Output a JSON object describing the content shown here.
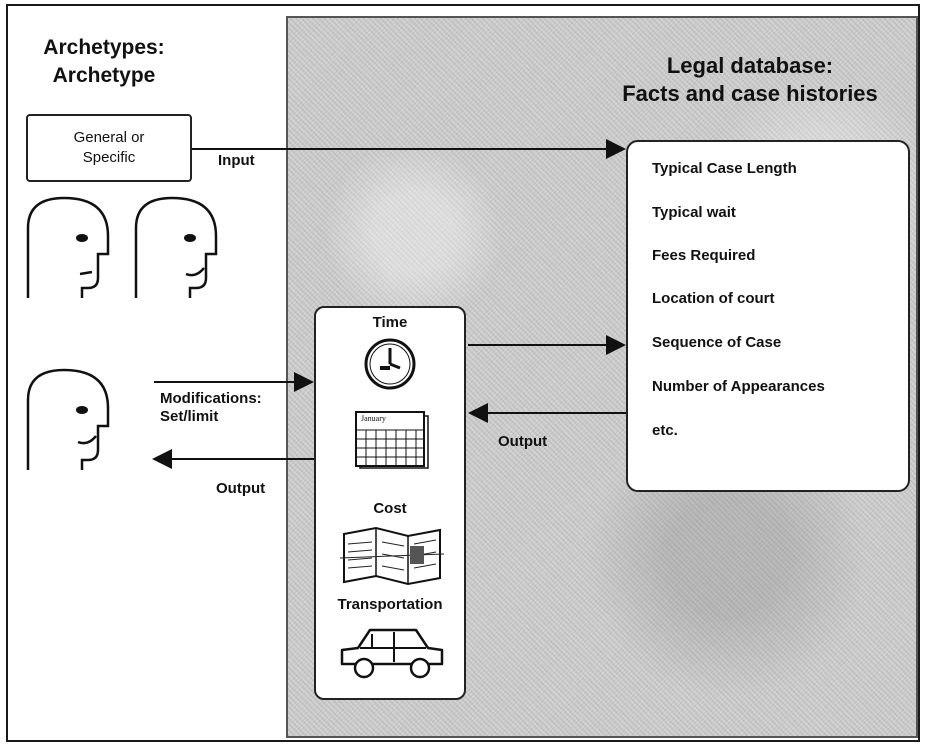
{
  "archetypes": {
    "title_line1": "Archetypes:",
    "title_line2": "Archetype",
    "box_line1": "General or",
    "box_line2": "Specific"
  },
  "database": {
    "title_line1": "Legal database:",
    "title_line2": "Facts and case histories",
    "items": [
      "Typical Case Length",
      "Typical wait",
      "Fees Required",
      "Location of court",
      "Sequence of Case",
      "Number of Appearances",
      "etc."
    ]
  },
  "modifiers": {
    "time_label": "Time",
    "calendar_month": "January",
    "cost_label": "Cost",
    "transport_label": "Transportation"
  },
  "labels": {
    "input": "Input",
    "modifications_line1": "Modifications:",
    "modifications_line2": "Set/limit",
    "output_left": "Output",
    "output_db": "Output"
  },
  "icons": [
    "head-profile-icon",
    "clock-icon",
    "calendar-icon",
    "map-icon",
    "car-icon"
  ]
}
